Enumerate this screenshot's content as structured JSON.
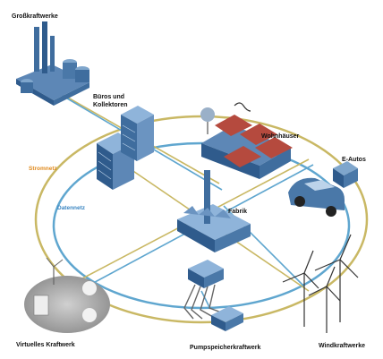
{
  "labels": {
    "grosskraftwerke": "Großkraftwerke",
    "bueros": "Büros und Kollektoren",
    "wohnhaeuser": "Wohnhäuser",
    "eautos": "E-Autos",
    "fabrik": "Fabrik",
    "stromnetz": "Stromnetz",
    "datennetz": "Datennetz",
    "virtuelles": "Virtuelles Kraftwerk",
    "pumpspeicher": "Pumpspeicherkraftwerk",
    "windkraft": "Windkraftwerke"
  },
  "colors": {
    "stromnetz": "#c9b864",
    "datennetz": "#5fa6cf",
    "building": "#3d6b9e",
    "building_light": "#7fa6cc",
    "roof": "#b54a3e",
    "stromnetz_text": "#e08a1e",
    "datennetz_text": "#3b86c2"
  }
}
